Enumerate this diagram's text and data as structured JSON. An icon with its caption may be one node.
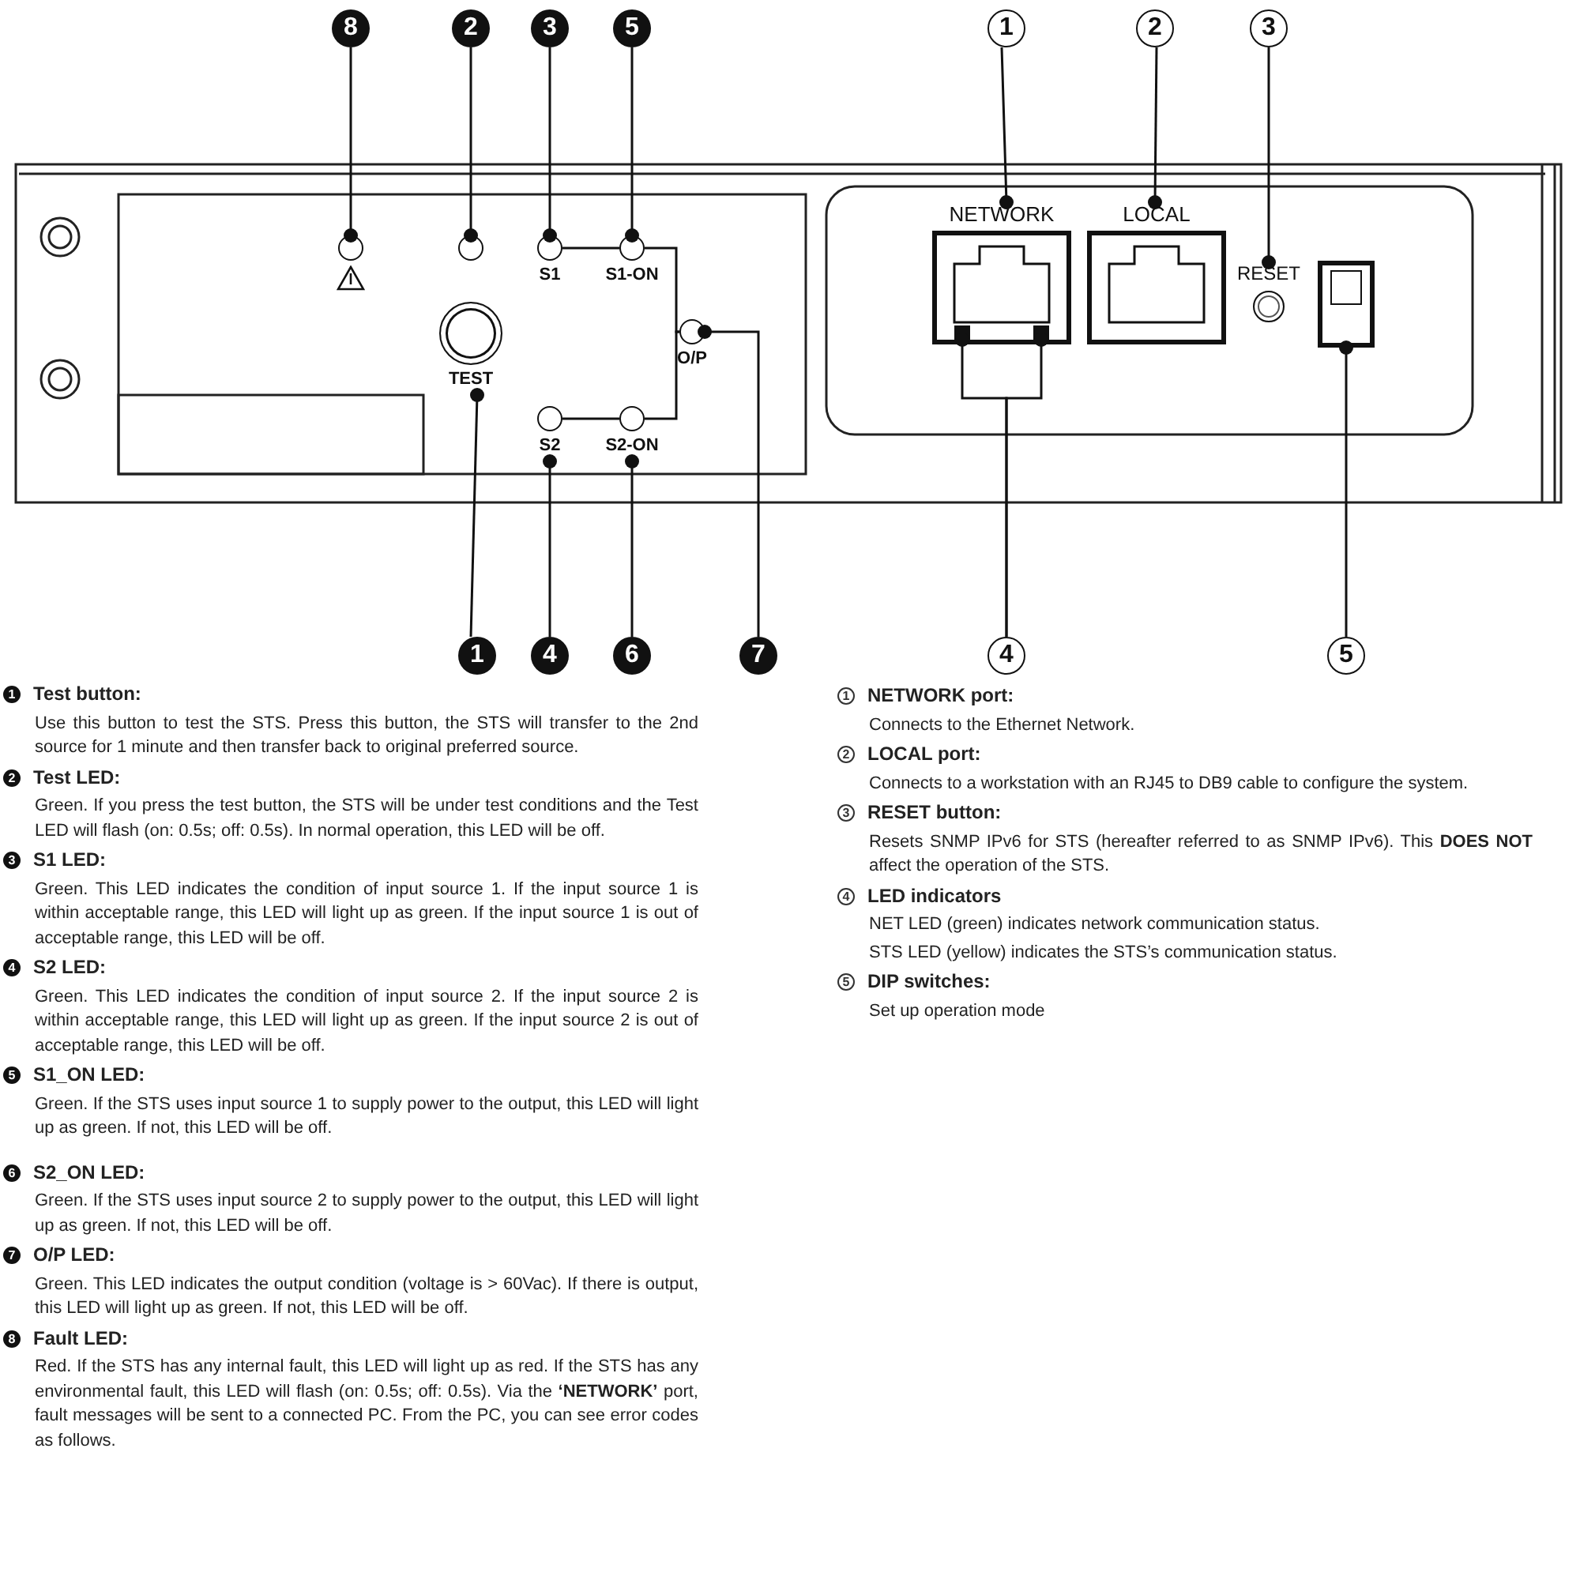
{
  "diagram": {
    "nodes": [
      {
        "text": [
          "8"
        ]
      },
      {
        "text": [
          "2"
        ]
      },
      {
        "text": [
          "3"
        ]
      },
      {
        "text": [
          "5"
        ]
      },
      {
        "text": [
          "1"
        ]
      },
      {
        "text": [
          "2"
        ]
      },
      {
        "text": [
          "3"
        ]
      },
      {
        "text": [],
        "shape": "circle"
      },
      {
        "text": [],
        "shape": "circle"
      },
      {
        "text": [
          "S1"
        ]
      },
      {
        "text": [
          "S1-ON"
        ]
      },
      {
        "text": [
          "NETWORK"
        ]
      },
      {
        "text": [
          "LOCAL"
        ]
      },
      {
        "text": [
          "RESET"
        ]
      },
      {
        "text": [
          "TEST"
        ]
      },
      {
        "text": [
          "O/P"
        ]
      },
      {
        "text": [
          "S2"
        ]
      },
      {
        "text": [
          "S2-ON"
        ]
      },
      {
        "text": [],
        "shape": "box",
        "in": 11
      },
      {
        "text": [],
        "shape": "box",
        "in": 11
      },
      {
        "text": [],
        "shape": "box"
      },
      {
        "text": [
          "1"
        ]
      },
      {
        "text": [
          "4"
        ]
      },
      {
        "text": [
          "6"
        ]
      },
      {
        "text": [
          "7"
        ]
      },
      {
        "text": [
          "4"
        ]
      },
      {
        "text": [
          "5"
        ]
      }
    ],
    "edges": [
      {
        "from": 0,
        "to": 7,
        "arrow": "other"
      },
      {
        "from": 1,
        "to": 8,
        "arrow": "other"
      },
      {
        "from": 2,
        "to": 9,
        "arrow": "other"
      },
      {
        "from": 3,
        "to": 10,
        "arrow": "other"
      },
      {
        "from": 4,
        "to": 11,
        "arrow": "other"
      },
      {
        "from": 5,
        "to": 12,
        "arrow": "other"
      },
      {
        "from": 6,
        "to": 13,
        "arrow": "other"
      },
      {
        "from": 21,
        "to": 14,
        "arrow": "other"
      },
      {
        "from": 22,
        "to": 16,
        "arrow": "other"
      },
      {
        "from": 23,
        "to": 17,
        "arrow": "other"
      },
      {
        "from": 24,
        "to": 15,
        "arrow": "other"
      },
      {
        "from": 25,
        "to": 18,
        "arrow": "other"
      },
      {
        "from": 25,
        "to": 19,
        "arrow": "other"
      },
      {
        "from": 26,
        "to": 20,
        "arrow": "other"
      },
      {
        "from": 9,
        "to": 10,
        "arrow": "none"
      },
      {
        "from": 10,
        "to": 15,
        "arrow": "none"
      },
      {
        "from": 16,
        "to": 17,
        "arrow": "none"
      },
      {
        "from": 17,
        "to": 15,
        "arrow": "none"
      }
    ],
    "labels": [
      "1",
      "Test button:",
      "Use this button to test the STS. Press this button, the STS will transfer to the 2nd source for 1 minute and then transfer back to original preferred source.",
      "2",
      "Test LED:",
      "Green. If you press the test button, the STS will be under test conditions and the Test LED will flash (on: 0.5s; off: 0.5s). In normal operation, this LED will be off.",
      "3",
      "S1 LED:",
      "Green. This LED indicates the condition of input source 1. If the input source 1 is within acceptable range, this LED will light up as green. If the input source 1 is out of acceptable range, this LED will be off.",
      "4",
      "S2 LED:",
      "Green. This LED indicates the condition of input source 2. If the input source 2 is within acceptable range, this LED will light up as green. If the input source 2 is out of acceptable range, this LED will be off.",
      "5",
      "S1_ON LED:",
      "Green. If the STS uses input source 1 to supply power to the output, this LED will light up as green. If not, this LED will be off.",
      "6",
      "S2_ON LED:",
      "Green. If the STS uses input source 2 to supply power to the output, this LED will light up as green. If not, this LED will be off.",
      "7",
      "O/P LED:",
      "Green. This LED indicates the output condition (voltage is > 60Vac). If there is output, this LED will light up as green. If not, this LED will be off.",
      "8",
      "Fault LED:",
      "Red. If the STS has any internal fault, this LED will light up as red. If the STS has any environmental fault, this LED will flash (on: 0.5s; off: 0.5s). Via the **‘NETWORK’** port, fault messages will be sent to a connected PC. From the PC, you can see error codes as follows.",
      "1",
      "NETWORK port:",
      "Connects to the Ethernet Network.",
      "2",
      "LOCAL port:",
      "Connects to a workstation with an RJ45 to DB9 cable to configure the system.",
      "3",
      "RESET button:",
      "Resets SNMP IPv6 for STS (hereafter referred to as SNMP IPv6). This **DOES NOT** affect the operation of the STS.",
      "4",
      "LED indicators",
      "NET LED (green) indicates network communication status.",
      "STS LED (yellow) indicates the STS’s communication status.",
      "5",
      "DIP switches:",
      "Set up operation mode"
    ]
  }
}
